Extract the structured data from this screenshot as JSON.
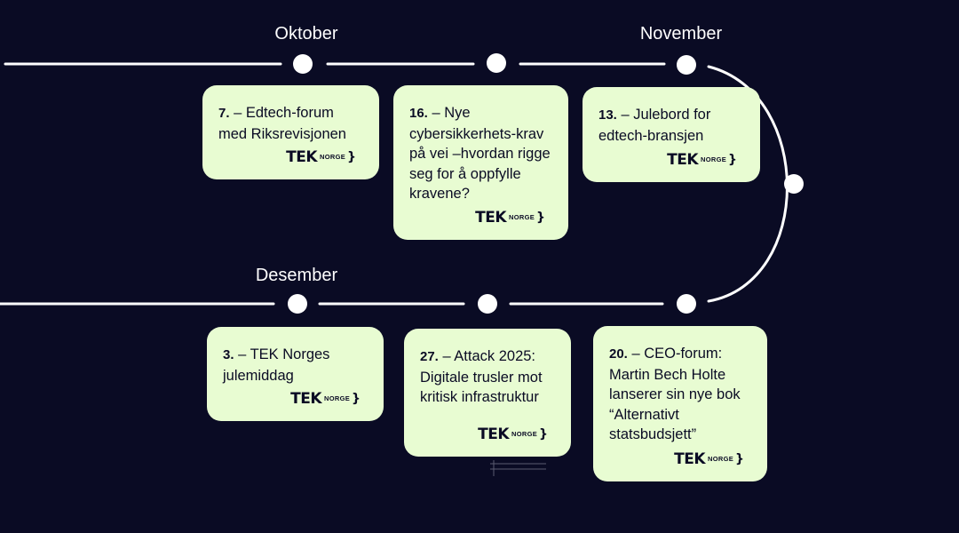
{
  "months": {
    "oktober": "Oktober",
    "november": "November",
    "desember": "Desember"
  },
  "events": [
    {
      "day": "7.",
      "text": " – Edtech-forum med Riksrevisjonen"
    },
    {
      "day": "16.",
      "text": " – Nye cybersikkerhets-krav på vei –hvordan rigge seg for å oppfylle kravene?"
    },
    {
      "day": "13.",
      "text": " – Julebord for edtech-bransjen"
    },
    {
      "day": "3.",
      "text": " – TEK Norges julemiddag"
    },
    {
      "day": "27.",
      "text": " – Attack 2025: Digitale trusler mot kritisk infrastruktur"
    },
    {
      "day": "20.",
      "text": " – CEO-forum: Martin Bech Holte lanserer sin nye bok “Alternativt statsbudsjett”"
    }
  ],
  "logo": {
    "main": "TEK",
    "sub": "NORGE"
  },
  "colors": {
    "background": "#0a0b24",
    "card": "#e8fcd2",
    "line": "#ffffff",
    "text": "#0a0b24"
  }
}
